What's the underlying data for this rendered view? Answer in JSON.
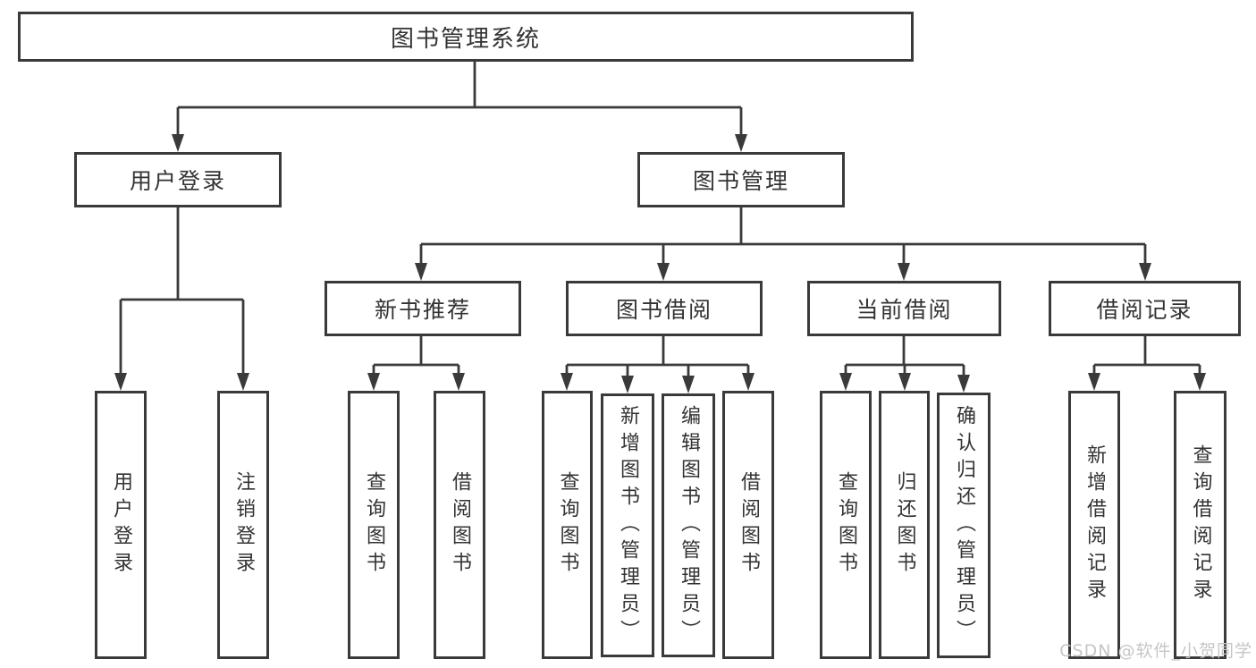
{
  "diagram": {
    "tree": {
      "root": {
        "label": "图书管理系统",
        "children": [
          {
            "label": "用户登录",
            "children": [
              {
                "label": "用户登录"
              },
              {
                "label": "注销登录"
              }
            ]
          },
          {
            "label": "图书管理",
            "children": [
              {
                "label": "新书推荐",
                "children": [
                  {
                    "label": "查询图书"
                  },
                  {
                    "label": "借阅图书"
                  }
                ]
              },
              {
                "label": "图书借阅",
                "children": [
                  {
                    "label": "查询图书"
                  },
                  {
                    "label": "新增图书（管理员）"
                  },
                  {
                    "label": "编辑图书（管理员）"
                  },
                  {
                    "label": "借阅图书"
                  }
                ]
              },
              {
                "label": "当前借阅",
                "children": [
                  {
                    "label": "查询图书"
                  },
                  {
                    "label": "归还图书"
                  },
                  {
                    "label": "确认归还（管理员）"
                  }
                ]
              },
              {
                "label": "借阅记录",
                "children": [
                  {
                    "label": "新增借阅记录"
                  },
                  {
                    "label": "查询借阅记录"
                  }
                ]
              }
            ]
          }
        ]
      }
    },
    "watermark": "CSDN @软件_小贺同学",
    "colors": {
      "line": "#3a3a3a",
      "box_border": "#3a3a3a",
      "text": "#333333",
      "watermark": "#c6c6c6",
      "background": "#ffffff"
    }
  }
}
